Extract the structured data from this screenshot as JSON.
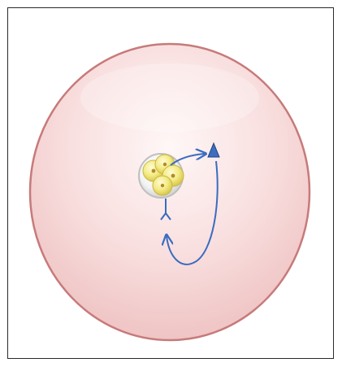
{
  "diagram": {
    "colors": {
      "frame_border": "#2a2a2a",
      "cell_fill": "#f8dcdc",
      "cell_edge": "#c77a7a",
      "cell_highlight": "#fff2f2",
      "cluster_outer": "#c9c9c9",
      "nucleus_fill": "#f5ef8f",
      "nucleus_core": "#b48a2a",
      "arrow": "#3a6cc0",
      "triangle_fill": "#3e6ec1",
      "triangle_edge": "#24477e"
    },
    "icons": [
      "large-round-cell",
      "small-cell-cluster",
      "y-shaped-receptor",
      "triangle-marker",
      "curved-arrow"
    ]
  }
}
